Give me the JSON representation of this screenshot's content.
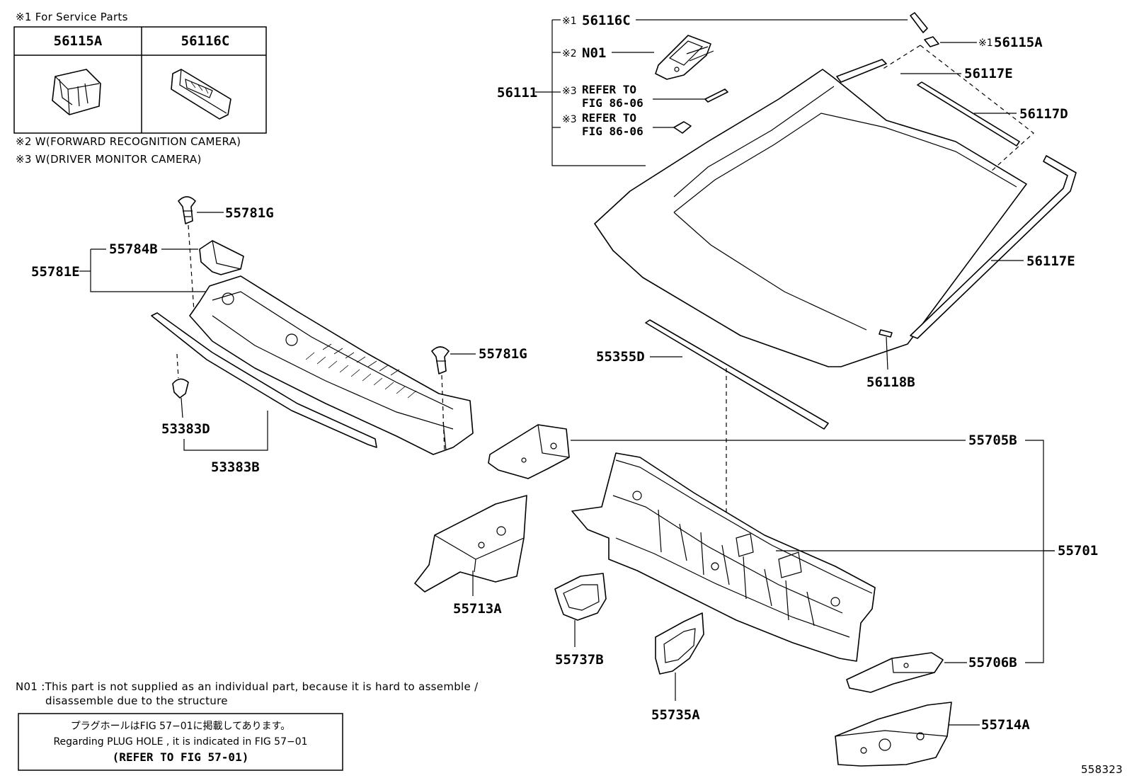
{
  "service_box": {
    "header_note": "※1 For Service Parts",
    "col1_label": "56115A",
    "col2_label": "56116C"
  },
  "notes": {
    "note2": "※2 W(FORWARD RECOGNITION CAMERA)",
    "note3": "※3 W(DRIVER MONITOR CAMERA)",
    "n01_line1": "N01 :This part is not supplied as an individual part, because it is hard to assemble /",
    "n01_line2": "disassemble due to the structure",
    "plug_line1": "プラグホールはFIG 57−01に掲載してあります。",
    "plug_line2": "Regarding  PLUG  HOLE , it is indicated in FIG  57−01",
    "plug_line3": "(REFER TO FIG 57-01)"
  },
  "glass_group": {
    "p56116C_prefix": "※1",
    "p56116C": "56116C",
    "n01_prefix": "※2",
    "n01": "N01",
    "ref1_prefix": "※3",
    "ref1_line1": "REFER TO",
    "ref1_line2": "FIG 86-06",
    "ref2_prefix": "※3",
    "ref2_line1": "REFER TO",
    "ref2_line2": "FIG 86-06",
    "parent": "56111",
    "p56115A_prefix": "※1",
    "p56115A": "56115A",
    "p56117E_top": "56117E",
    "p56117D": "56117D",
    "p56117E_right": "56117E",
    "p56118B": "56118B",
    "p55355D": "55355D"
  },
  "cowl_group": {
    "p55781G_top": "55781G",
    "p55784B": "55784B",
    "p55781E": "55781E",
    "p55781G_right": "55781G",
    "p53383D": "53383D",
    "p53383B": "53383B"
  },
  "panel_group": {
    "p55705B": "55705B",
    "p55701": "55701",
    "p55706B": "55706B",
    "p55714A": "55714A",
    "p55713A": "55713A",
    "p55737B": "55737B",
    "p55735A": "55735A"
  },
  "figure_number": "558323"
}
